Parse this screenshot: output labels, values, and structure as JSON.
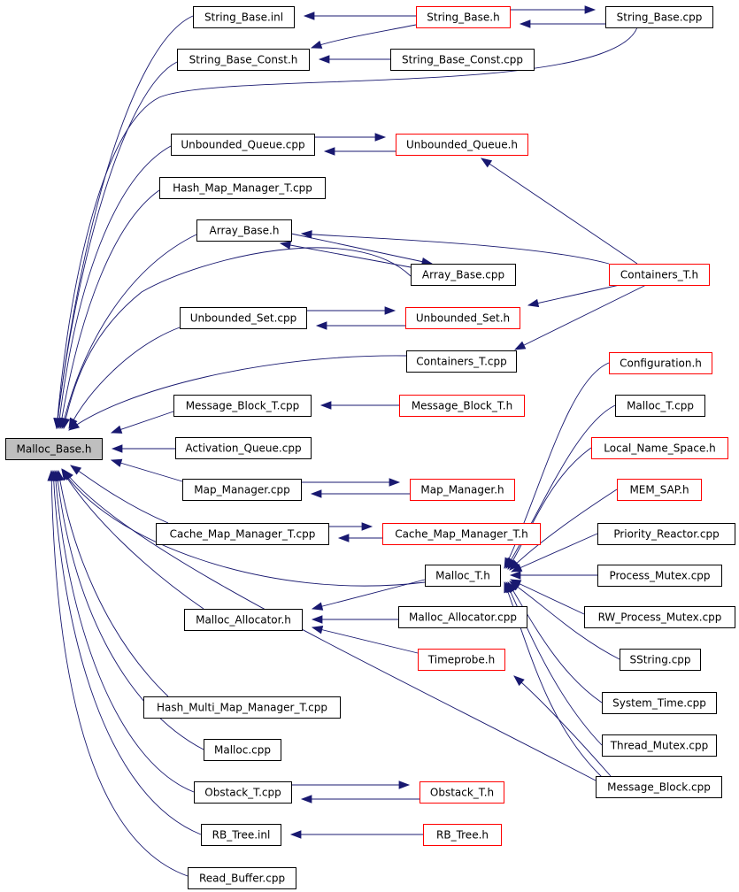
{
  "colors": {
    "edge": "#191970",
    "border_normal": "#000000",
    "border_truncated": "#ff0000",
    "root_fill": "#bfbfbf",
    "node_fill": "#ffffff"
  },
  "nodes": [
    {
      "id": "malloc_base_h",
      "label": "Malloc_Base.h",
      "kind": "root"
    },
    {
      "id": "string_base_inl",
      "label": "String_Base.inl",
      "kind": "normal"
    },
    {
      "id": "string_base_h",
      "label": "String_Base.h",
      "kind": "truncated"
    },
    {
      "id": "string_base_cpp",
      "label": "String_Base.cpp",
      "kind": "normal"
    },
    {
      "id": "string_base_const_h",
      "label": "String_Base_Const.h",
      "kind": "normal"
    },
    {
      "id": "string_base_const_cpp",
      "label": "String_Base_Const.cpp",
      "kind": "normal"
    },
    {
      "id": "unbounded_queue_cpp",
      "label": "Unbounded_Queue.cpp",
      "kind": "normal"
    },
    {
      "id": "unbounded_queue_h",
      "label": "Unbounded_Queue.h",
      "kind": "truncated"
    },
    {
      "id": "hash_map_manager_t_cpp",
      "label": "Hash_Map_Manager_T.cpp",
      "kind": "normal"
    },
    {
      "id": "array_base_h",
      "label": "Array_Base.h",
      "kind": "normal"
    },
    {
      "id": "array_base_cpp",
      "label": "Array_Base.cpp",
      "kind": "normal"
    },
    {
      "id": "containers_t_h",
      "label": "Containers_T.h",
      "kind": "truncated"
    },
    {
      "id": "unbounded_set_cpp",
      "label": "Unbounded_Set.cpp",
      "kind": "normal"
    },
    {
      "id": "unbounded_set_h",
      "label": "Unbounded_Set.h",
      "kind": "truncated"
    },
    {
      "id": "containers_t_cpp",
      "label": "Containers_T.cpp",
      "kind": "normal"
    },
    {
      "id": "configuration_h",
      "label": "Configuration.h",
      "kind": "truncated"
    },
    {
      "id": "malloc_t_cpp",
      "label": "Malloc_T.cpp",
      "kind": "normal"
    },
    {
      "id": "message_block_t_cpp",
      "label": "Message_Block_T.cpp",
      "kind": "normal"
    },
    {
      "id": "message_block_t_h",
      "label": "Message_Block_T.h",
      "kind": "truncated"
    },
    {
      "id": "local_name_space_h",
      "label": "Local_Name_Space.h",
      "kind": "truncated"
    },
    {
      "id": "activation_queue_cpp",
      "label": "Activation_Queue.cpp",
      "kind": "normal"
    },
    {
      "id": "mem_sap_h",
      "label": "MEM_SAP.h",
      "kind": "truncated"
    },
    {
      "id": "map_manager_cpp",
      "label": "Map_Manager.cpp",
      "kind": "normal"
    },
    {
      "id": "map_manager_h",
      "label": "Map_Manager.h",
      "kind": "truncated"
    },
    {
      "id": "cache_map_manager_t_cpp",
      "label": "Cache_Map_Manager_T.cpp",
      "kind": "normal"
    },
    {
      "id": "cache_map_manager_t_h",
      "label": "Cache_Map_Manager_T.h",
      "kind": "truncated"
    },
    {
      "id": "priority_reactor_cpp",
      "label": "Priority_Reactor.cpp",
      "kind": "normal"
    },
    {
      "id": "malloc_t_h",
      "label": "Malloc_T.h",
      "kind": "normal"
    },
    {
      "id": "process_mutex_cpp",
      "label": "Process_Mutex.cpp",
      "kind": "normal"
    },
    {
      "id": "malloc_allocator_h",
      "label": "Malloc_Allocator.h",
      "kind": "normal"
    },
    {
      "id": "malloc_allocator_cpp",
      "label": "Malloc_Allocator.cpp",
      "kind": "normal"
    },
    {
      "id": "rw_process_mutex_cpp",
      "label": "RW_Process_Mutex.cpp",
      "kind": "normal"
    },
    {
      "id": "timeprobe_h",
      "label": "Timeprobe.h",
      "kind": "truncated"
    },
    {
      "id": "sstring_cpp",
      "label": "SString.cpp",
      "kind": "normal"
    },
    {
      "id": "system_time_cpp",
      "label": "System_Time.cpp",
      "kind": "normal"
    },
    {
      "id": "hash_multi_map_manager_t_cpp",
      "label": "Hash_Multi_Map_Manager_T.cpp",
      "kind": "normal"
    },
    {
      "id": "malloc_cpp",
      "label": "Malloc.cpp",
      "kind": "normal"
    },
    {
      "id": "thread_mutex_cpp",
      "label": "Thread_Mutex.cpp",
      "kind": "normal"
    },
    {
      "id": "message_block_cpp",
      "label": "Message_Block.cpp",
      "kind": "normal"
    },
    {
      "id": "obstack_t_cpp",
      "label": "Obstack_T.cpp",
      "kind": "normal"
    },
    {
      "id": "obstack_t_h",
      "label": "Obstack_T.h",
      "kind": "truncated"
    },
    {
      "id": "rb_tree_inl",
      "label": "RB_Tree.inl",
      "kind": "normal"
    },
    {
      "id": "rb_tree_h",
      "label": "RB_Tree.h",
      "kind": "truncated"
    },
    {
      "id": "read_buffer_cpp",
      "label": "Read_Buffer.cpp",
      "kind": "normal"
    }
  ]
}
